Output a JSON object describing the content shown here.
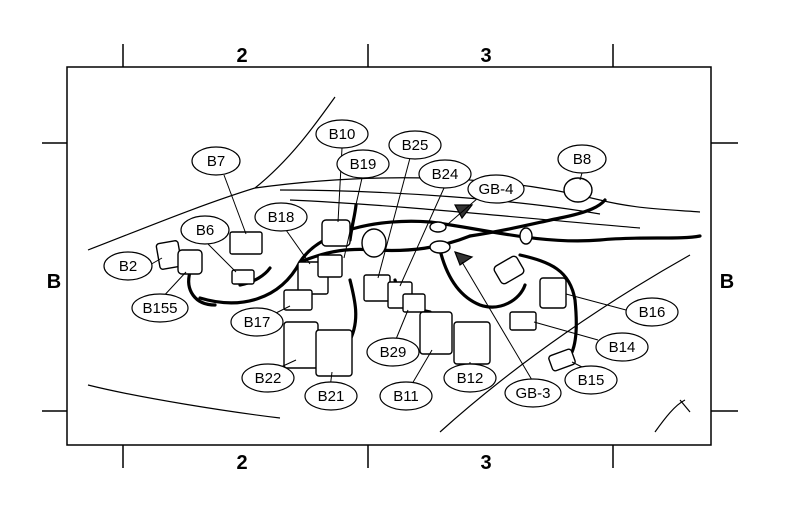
{
  "grid": {
    "columns": [
      "2",
      "3"
    ],
    "row": "B"
  },
  "callouts": {
    "b7": "B7",
    "b10": "B10",
    "b19": "B19",
    "b25": "B25",
    "b24": "B24",
    "gb4": "GB-4",
    "b8": "B8",
    "b18": "B18",
    "b6": "B6",
    "b2": "B2",
    "b155": "B155",
    "b17": "B17",
    "b22": "B22",
    "b21": "B21",
    "b29": "B29",
    "b11": "B11",
    "b12": "B12",
    "gb3": "GB-3",
    "b15": "B15",
    "b14": "B14",
    "b16": "B16"
  }
}
